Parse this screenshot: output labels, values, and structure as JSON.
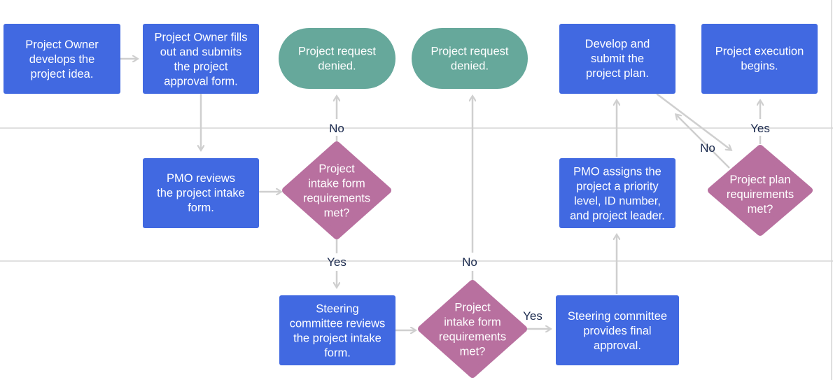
{
  "colors": {
    "process": "#4169e1",
    "terminal": "#66a89b",
    "decision": "#b8709f",
    "arrow": "#cfcfcf",
    "lane_line": "#d6d6d6",
    "label_text": "#1b2a4e"
  },
  "nodes": {
    "owner_idea": [
      "Project Owner",
      "develops the",
      "project idea."
    ],
    "owner_form": [
      "Project Owner fills",
      "out and submits",
      "the project",
      "approval form."
    ],
    "denied_1": [
      "Project request",
      "denied."
    ],
    "denied_2": [
      "Project request",
      "denied."
    ],
    "develop_plan": [
      "Develop and",
      "submit the",
      "project plan."
    ],
    "execution": [
      "Project execution",
      "begins."
    ],
    "pmo_review": [
      "PMO reviews",
      "the project intake",
      "form."
    ],
    "decision_1": [
      "Project",
      "intake form",
      "requirements",
      "met?"
    ],
    "pmo_assign": [
      "PMO assigns the",
      "project a priority",
      "level, ID number,",
      "and project leader."
    ],
    "decision_plan": [
      "Project plan",
      "requirements",
      "met?"
    ],
    "steering_review": [
      "Steering",
      "committee reviews",
      "the project intake",
      "form."
    ],
    "decision_2": [
      "Project",
      "intake form",
      "requirements",
      "met?"
    ],
    "steering_approval": [
      "Steering committee",
      "provides final",
      "approval."
    ]
  },
  "edge_labels": {
    "d1_no": "No",
    "d1_yes": "Yes",
    "d2_no": "No",
    "d2_yes": "Yes",
    "plan_no": "No",
    "plan_yes": "Yes"
  }
}
